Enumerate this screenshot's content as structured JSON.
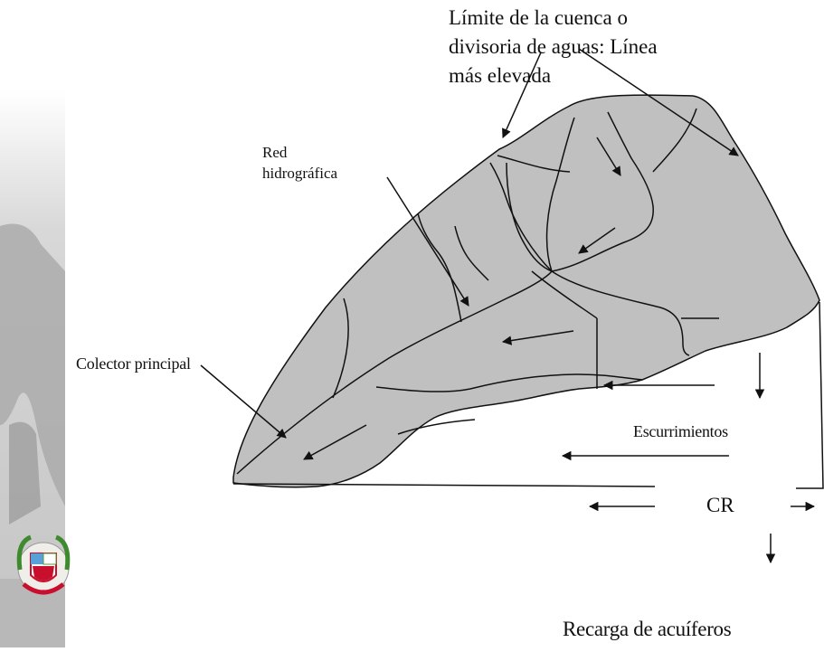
{
  "labels": {
    "title_lines": [
      "Límite de la cuenca o",
      "divisoria de aguas: Línea",
      "más elevada"
    ],
    "red_lines": [
      "Red",
      "hidrográfica"
    ],
    "colector": "Colector principal",
    "escurrimientos": "Escurrimientos",
    "cr": "CR",
    "recarga": "Recarga de acuíferos"
  },
  "colors": {
    "basin_fill": "#c0c0c0",
    "stroke": "#111111",
    "background_photo": "#b3b3b3"
  },
  "icons": [
    "coat-of-arms-icon"
  ]
}
